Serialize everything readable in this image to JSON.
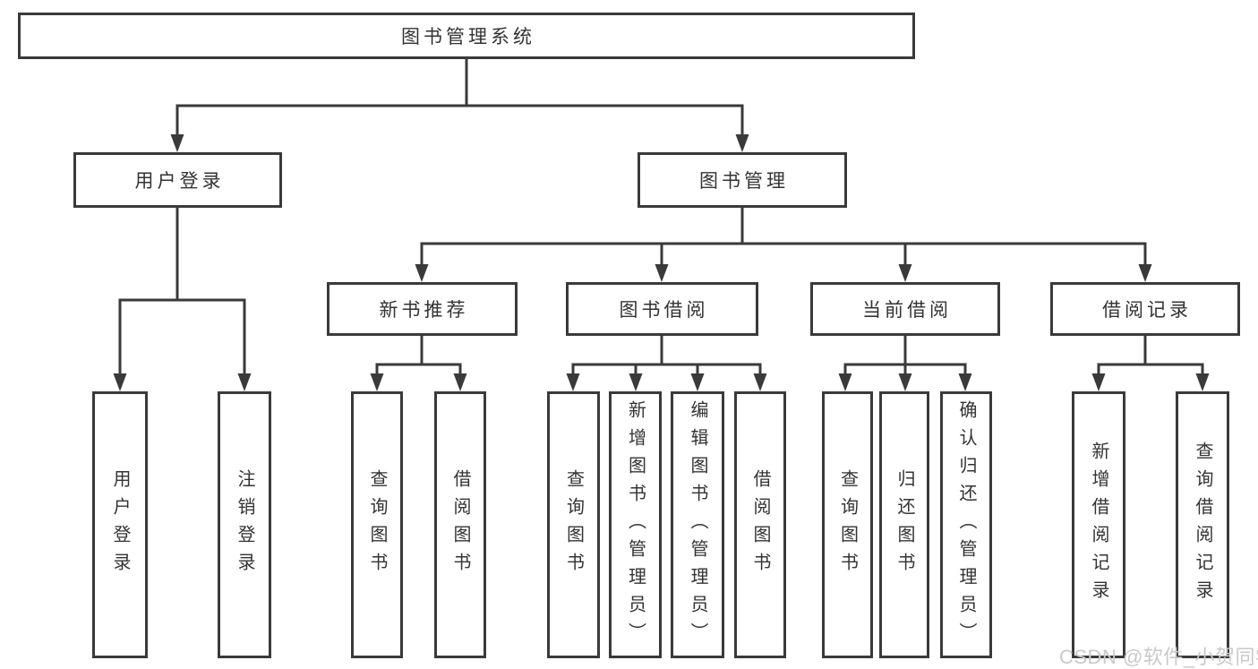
{
  "tree": {
    "root": {
      "label": "图书管理系统"
    },
    "children": [
      {
        "label": "用户登录",
        "children": [
          {
            "label": "用户登录"
          },
          {
            "label": "注销登录"
          }
        ]
      },
      {
        "label": "图书管理",
        "children": [
          {
            "label": "新书推荐",
            "children": [
              {
                "label": "查询图书"
              },
              {
                "label": "借阅图书"
              }
            ]
          },
          {
            "label": "图书借阅",
            "children": [
              {
                "label": "查询图书"
              },
              {
                "label": "新增图书（管理员）"
              },
              {
                "label": "编辑图书（管理员）"
              },
              {
                "label": "借阅图书"
              }
            ]
          },
          {
            "label": "当前借阅",
            "children": [
              {
                "label": "查询图书"
              },
              {
                "label": "归还图书"
              },
              {
                "label": "确认归还（管理员）"
              }
            ]
          },
          {
            "label": "借阅记录",
            "children": [
              {
                "label": "新增借阅记录"
              },
              {
                "label": "查询借阅记录"
              }
            ]
          }
        ]
      }
    ]
  },
  "watermark": "CSDN @软件_小贺同学",
  "colors": {
    "line": "#3a3a3a",
    "text": "#333333",
    "watermark": "#c9c9c9",
    "background": "#ffffff"
  }
}
